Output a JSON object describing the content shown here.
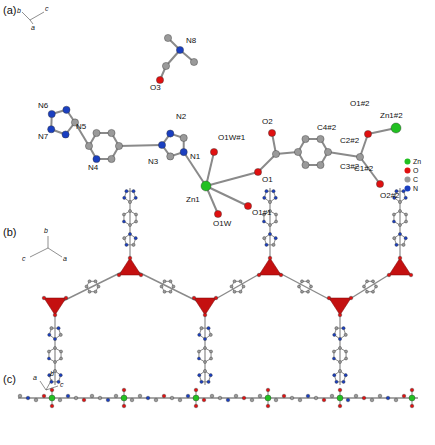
{
  "diagram": {
    "labels": [
      "(a)",
      "b",
      "c",
      "a",
      "N8",
      "O3",
      "N6",
      "N7",
      "N5",
      "N4",
      "N3",
      "N2",
      "N1",
      "Zn1",
      "O1W#1",
      "O2",
      "O1",
      "O1W",
      "O1#1",
      "C4#2",
      "C3#2",
      "C2#2",
      "C1#2",
      "O1#2",
      "Zn1#2",
      "O2#2",
      "(b)",
      "b",
      "c",
      "a",
      "(c)",
      "a",
      "b",
      "c"
    ],
    "legend": [
      {
        "text": "Zn",
        "color": "#22c022"
      },
      {
        "text": "O",
        "color": "#e01010"
      },
      {
        "text": "C",
        "color": "#9a9a9a"
      },
      {
        "text": "N",
        "color": "#1a3fc0"
      }
    ]
  }
}
